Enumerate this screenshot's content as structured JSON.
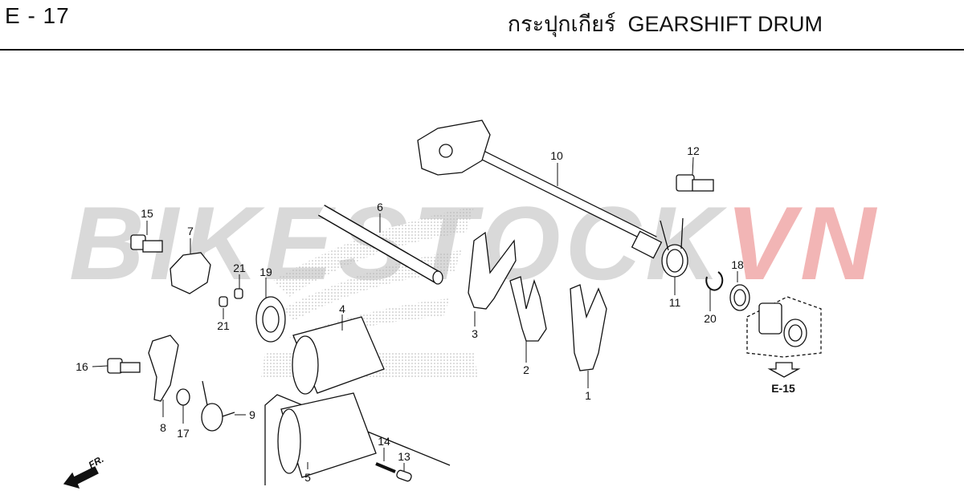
{
  "header": {
    "page_code": "E - 17",
    "title_thai": "กระปุกเกียร์",
    "title_en": "GEARSHIFT DRUM"
  },
  "watermark": {
    "part1": "BIKESTOCK",
    "part2": "VN",
    "color_main": "#c9c9c9",
    "color_accent": "#f2b5b5"
  },
  "callouts": [
    {
      "id": "1",
      "label": "1"
    },
    {
      "id": "2",
      "label": "2"
    },
    {
      "id": "3",
      "label": "3"
    },
    {
      "id": "4",
      "label": "4"
    },
    {
      "id": "5",
      "label": "5"
    },
    {
      "id": "6",
      "label": "6"
    },
    {
      "id": "7",
      "label": "7"
    },
    {
      "id": "8",
      "label": "8"
    },
    {
      "id": "9",
      "label": "9"
    },
    {
      "id": "10",
      "label": "10"
    },
    {
      "id": "11",
      "label": "11"
    },
    {
      "id": "12",
      "label": "12"
    },
    {
      "id": "13",
      "label": "13"
    },
    {
      "id": "14",
      "label": "14"
    },
    {
      "id": "15",
      "label": "15"
    },
    {
      "id": "16",
      "label": "16"
    },
    {
      "id": "17",
      "label": "17"
    },
    {
      "id": "18",
      "label": "18"
    },
    {
      "id": "19",
      "label": "19"
    },
    {
      "id": "20",
      "label": "20"
    },
    {
      "id": "21a",
      "label": "21"
    },
    {
      "id": "21b",
      "label": "21"
    }
  ],
  "reference": {
    "label": "E-15"
  },
  "direction": {
    "label": "FR."
  }
}
